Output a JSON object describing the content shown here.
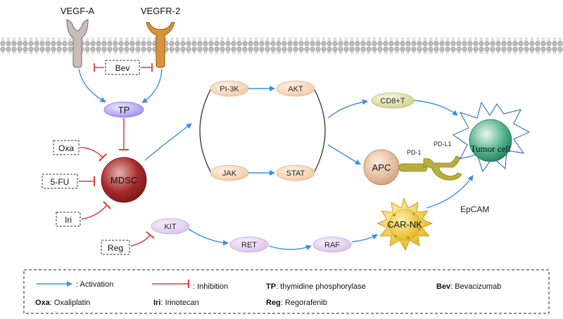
{
  "receptors": {
    "vegfa": "VEGF-A",
    "vegfr2": "VEGFR-2"
  },
  "drugs": {
    "bev": "Bev",
    "oxa": "Oxa",
    "fu": "5-FU",
    "iri": "Iri",
    "reg": "Reg"
  },
  "nodes": {
    "tp": "TP",
    "mdsc": "MDSC",
    "pi3k": "PI-3K",
    "akt": "AKT",
    "jak": "JAK",
    "stat": "STAT",
    "cd8t": "CD8+T",
    "apc": "APC",
    "pd1": "PD-1",
    "pdl1": "PD-L1",
    "tumor": "Tumor cell",
    "kit": "KIT",
    "ret": "RET",
    "raf": "RAF",
    "carnk": "CAR-NK",
    "epcam": "EpCAM"
  },
  "legend": {
    "activation": ": Activation",
    "inhibition": ": Inhibition",
    "tp_abbr": "TP",
    "tp_full": ":  thymidine phosphorylase",
    "bev_abbr": "Bev",
    "bev_full": ": Bevacizumab",
    "oxa_abbr": "Oxa",
    "oxa_full": ": Oxaliplatin",
    "iri_abbr": "Iri",
    "iri_full": ": Irinotecan",
    "reg_abbr": "Reg",
    "reg_full": ": Regorafenib"
  },
  "colors": {
    "activation": "#3a8ee6",
    "inhibition": "#e03a3a",
    "membrane": "#a9a9a9",
    "vegfa": "#c9b9b9",
    "vegfr2": "#d8923a",
    "mdsc": "#a52a2a",
    "tumor": "#3a9a78"
  }
}
